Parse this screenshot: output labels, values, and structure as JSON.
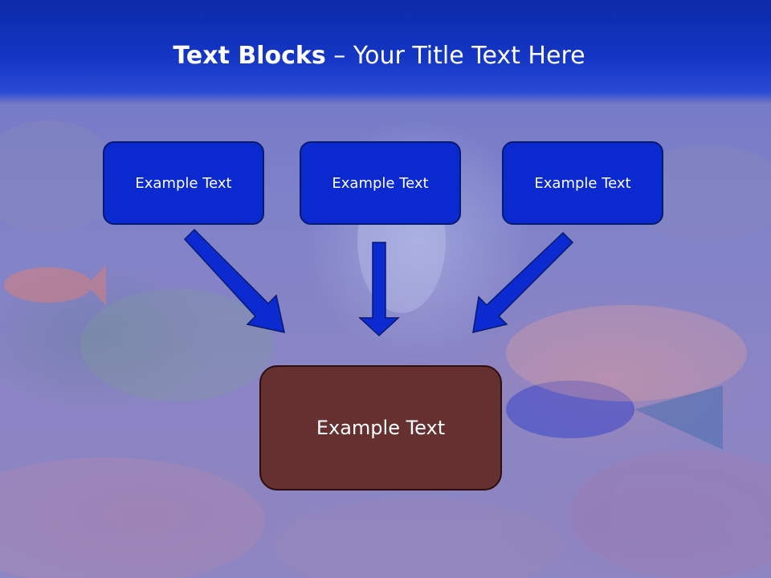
{
  "slide": {
    "title_bold": "Text Blocks",
    "title_dash": " – ",
    "title_rest": "Your Title Text Here"
  },
  "blocks": [
    {
      "label": "Example Text"
    },
    {
      "label": "Example Text"
    },
    {
      "label": "Example Text"
    }
  ],
  "result_block": {
    "label": "Example Text"
  },
  "colors": {
    "title_band": "#1436c4",
    "block_fill": "#0a2ad0",
    "result_fill": "#663030",
    "arrow": "#0b2ad0"
  }
}
